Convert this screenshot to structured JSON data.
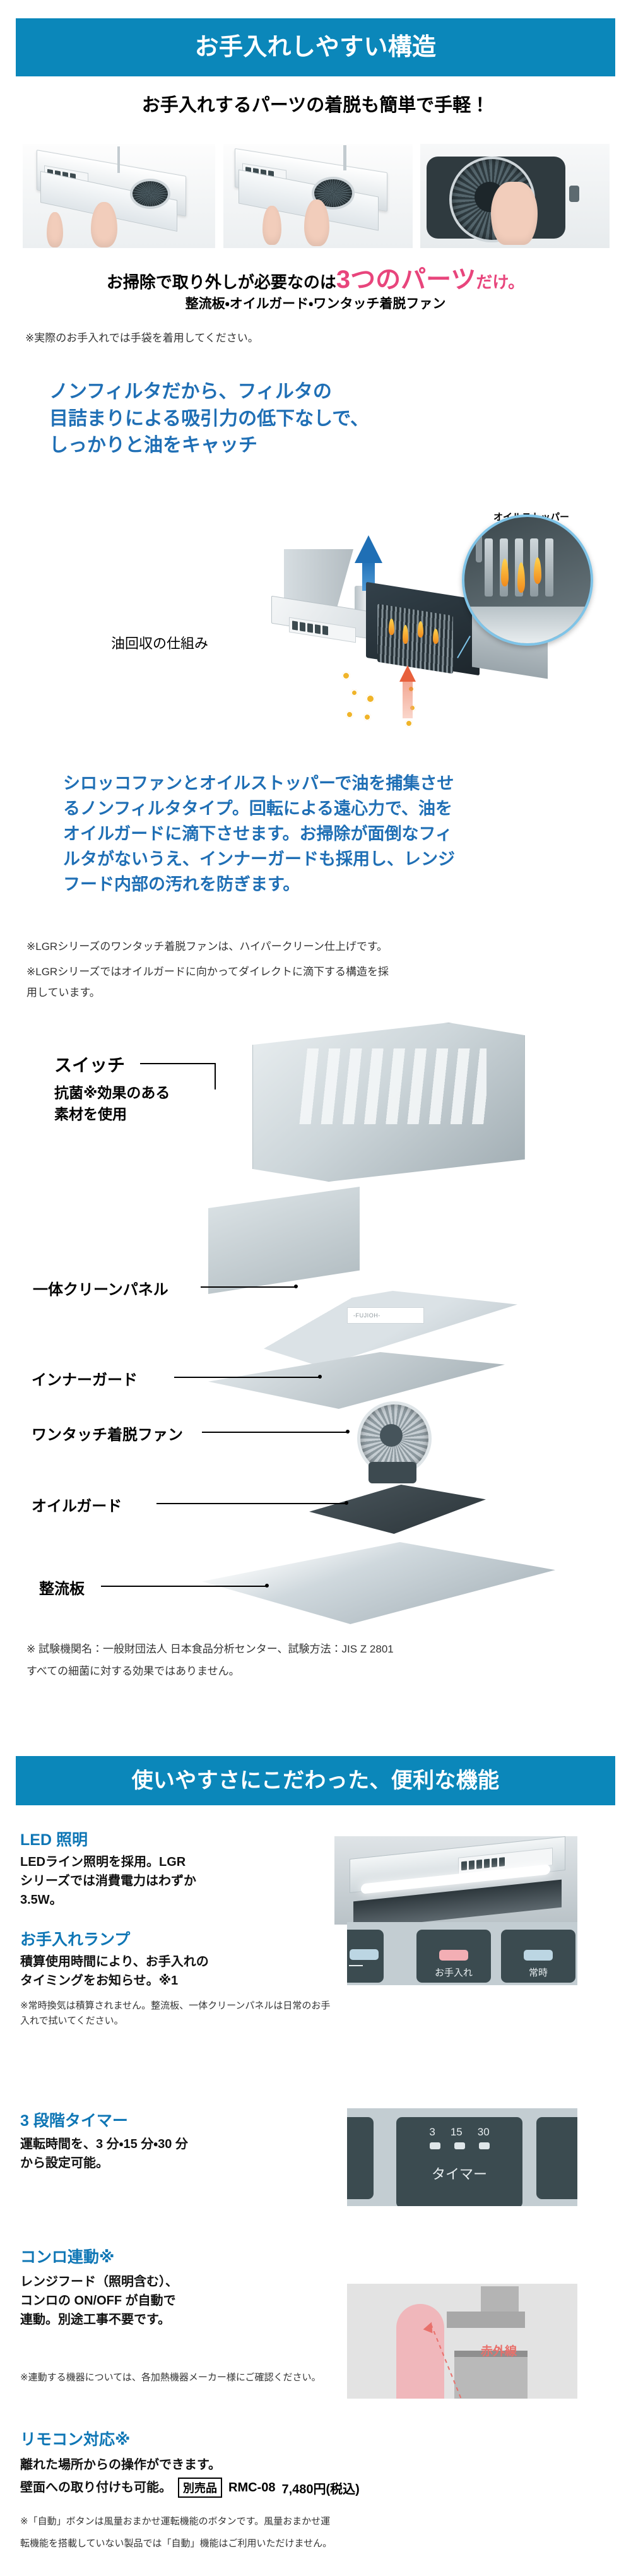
{
  "sections": {
    "band1": "お手入れしやすい構造",
    "band2": "使いやすさにこだわった、便利な機能"
  },
  "clean_structure": {
    "subhead": "お手入れするパーツの着脱も簡単で手軽！",
    "callout_pre": "お掃除で取り外しが必要なのは",
    "callout_big": "3つのパーツ",
    "callout_post": "だけ。",
    "parts_line": "整流板・オイルガード・ワンタッチ着脱ファン",
    "glove_note": "※実際のお手入れでは手袋を着用してください。",
    "photos": [
      {
        "caption": "整流板を開ける手元"
      },
      {
        "caption": "オイルガードを外す手元"
      },
      {
        "caption": "ワンタッチ着脱ファンを外す手元"
      }
    ]
  },
  "nonfilter": {
    "head_l1": "ノンフィルタだから、フィルタの",
    "head_l2": "目詰まりによる吸引力の低下なしで、",
    "head_l3": "しっかりと油をキャッチ",
    "diagram_label": "油回収の仕組み",
    "magnifier_label": "オイルストッパー",
    "body_l1": "シロッコファンとオイルストッパーで油を捕集させ",
    "body_l2": "るノンフィルタタイプ。回転による遠心力で、油を",
    "body_l3": "オイルガードに滴下させます。お掃除が面倒なフィ",
    "body_l4": "ルタがないうえ、インナーガードも採用し、レンジ",
    "body_l5": "フード内部の汚れを防ぎます。",
    "note1": "※LGRシリーズのワンタッチ着脱ファンは、ハイパークリーン仕上げです。",
    "note2_l1": "※LGRシリーズではオイルガードに向かってダイレクトに滴下する構造を採",
    "note2_l2": "用しています。"
  },
  "exploded": {
    "switch_label": "スイッチ",
    "switch_sub_l1": "抗菌※効果のある",
    "switch_sub_l2": "素材を使用",
    "labels": [
      "一体クリーンパネル",
      "インナーガード",
      "ワンタッチ着脱ファン",
      "オイルガード",
      "整流板"
    ],
    "brand": "-FUJIOH-",
    "footnote_l1": "※ 試験機関名：一般財団法人 日本食品分析センター、試験方法：JIS Z 2801",
    "footnote_l2": "すべての細菌に対する効果ではありません。"
  },
  "features": [
    {
      "id": "led",
      "title": "LED 照明",
      "body": "LEDライン照明を採用。LGR\nシリーズでは消費電力はわずか\n3.5W。",
      "note": ""
    },
    {
      "id": "care-lamp",
      "title": "お手入れランプ",
      "body": "積算使用時間により、お手入れの\nタイミングをお知らせ。※1",
      "note": "※常時換気は積算されません。整流板、一体クリーンパネルは日常のお手\n入れで拭いてください。",
      "keys": [
        "お手入れ",
        "常時"
      ]
    },
    {
      "id": "timer",
      "title": "3 段階タイマー",
      "body": "運転時間を、3 分・15 分・30 分\nから設定可能。",
      "note": "",
      "key_label": "タイマー",
      "key_marks": [
        "3",
        "15",
        "30"
      ]
    },
    {
      "id": "stove-link",
      "title": "コンロ連動※",
      "body": "レンジフード（照明含む）、\nコンロの ON/OFF が自動で\n連動。別途工事不要です。",
      "note": "※連動する機器については、各加熱機器メーカー様にご確認ください。",
      "illustration_label": "赤外線"
    },
    {
      "id": "remote",
      "title": "リモコン対応※",
      "body_l1": "離れた場所からの操作ができます。",
      "body_l2": "壁面への取り付けも可能。",
      "badge": "別売品",
      "model": "RMC-08",
      "price": "7,480円(税込)",
      "note_l1": "※「自動」ボタンは風量おまかせ運転機能のボタンです。風量おまかせ運",
      "note_l2": "転機能を搭載していない製品では「自動」機能はご利用いただけません。"
    }
  ],
  "colors": {
    "band_blue": "#0b87ba",
    "heading_blue": "#0e76b5",
    "accent_pink": "#e8457c",
    "body_black": "#111111"
  }
}
